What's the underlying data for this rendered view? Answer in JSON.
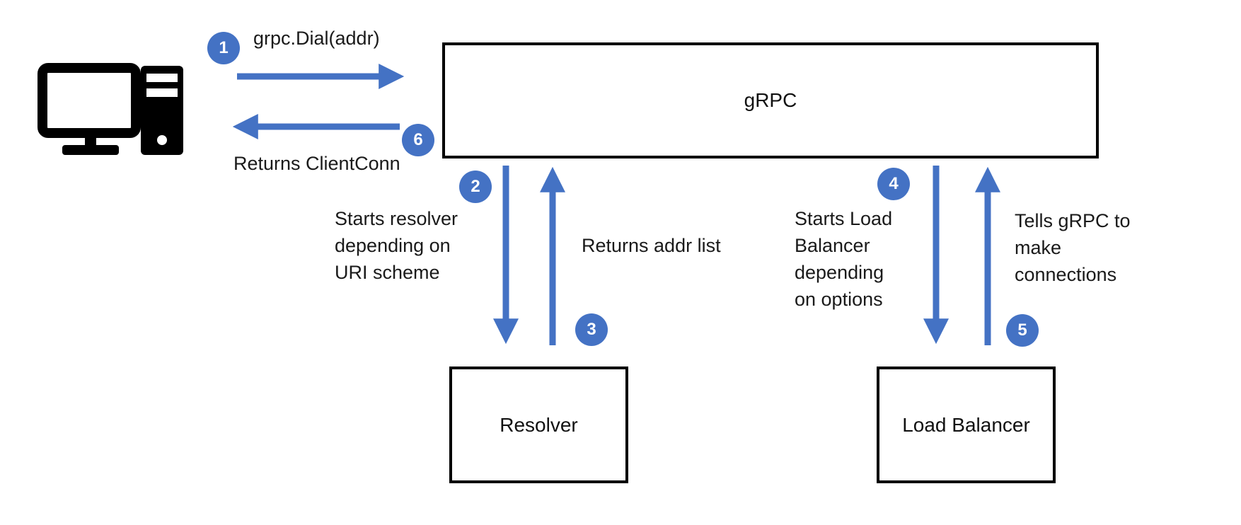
{
  "colors": {
    "arrow": "#4472c4",
    "badge": "#4472c4",
    "box_border": "#000000"
  },
  "icons": {
    "client": "desktop-computer-icon"
  },
  "nodes": {
    "grpc": "gRPC",
    "resolver": "Resolver",
    "load_balancer": "Load Balancer"
  },
  "steps": [
    {
      "number": "1",
      "label": [
        "grpc.Dial(addr)"
      ]
    },
    {
      "number": "2",
      "label": [
        "Starts resolver",
        "depending on",
        "URI scheme"
      ]
    },
    {
      "number": "3",
      "label": [
        "Returns addr list"
      ]
    },
    {
      "number": "4",
      "label": [
        "Starts Load",
        "Balancer",
        "depending",
        "on options"
      ]
    },
    {
      "number": "5",
      "label": [
        "Tells gRPC to",
        "make",
        "connections"
      ]
    },
    {
      "number": "6",
      "label": [
        "Returns ClientConn"
      ]
    }
  ]
}
